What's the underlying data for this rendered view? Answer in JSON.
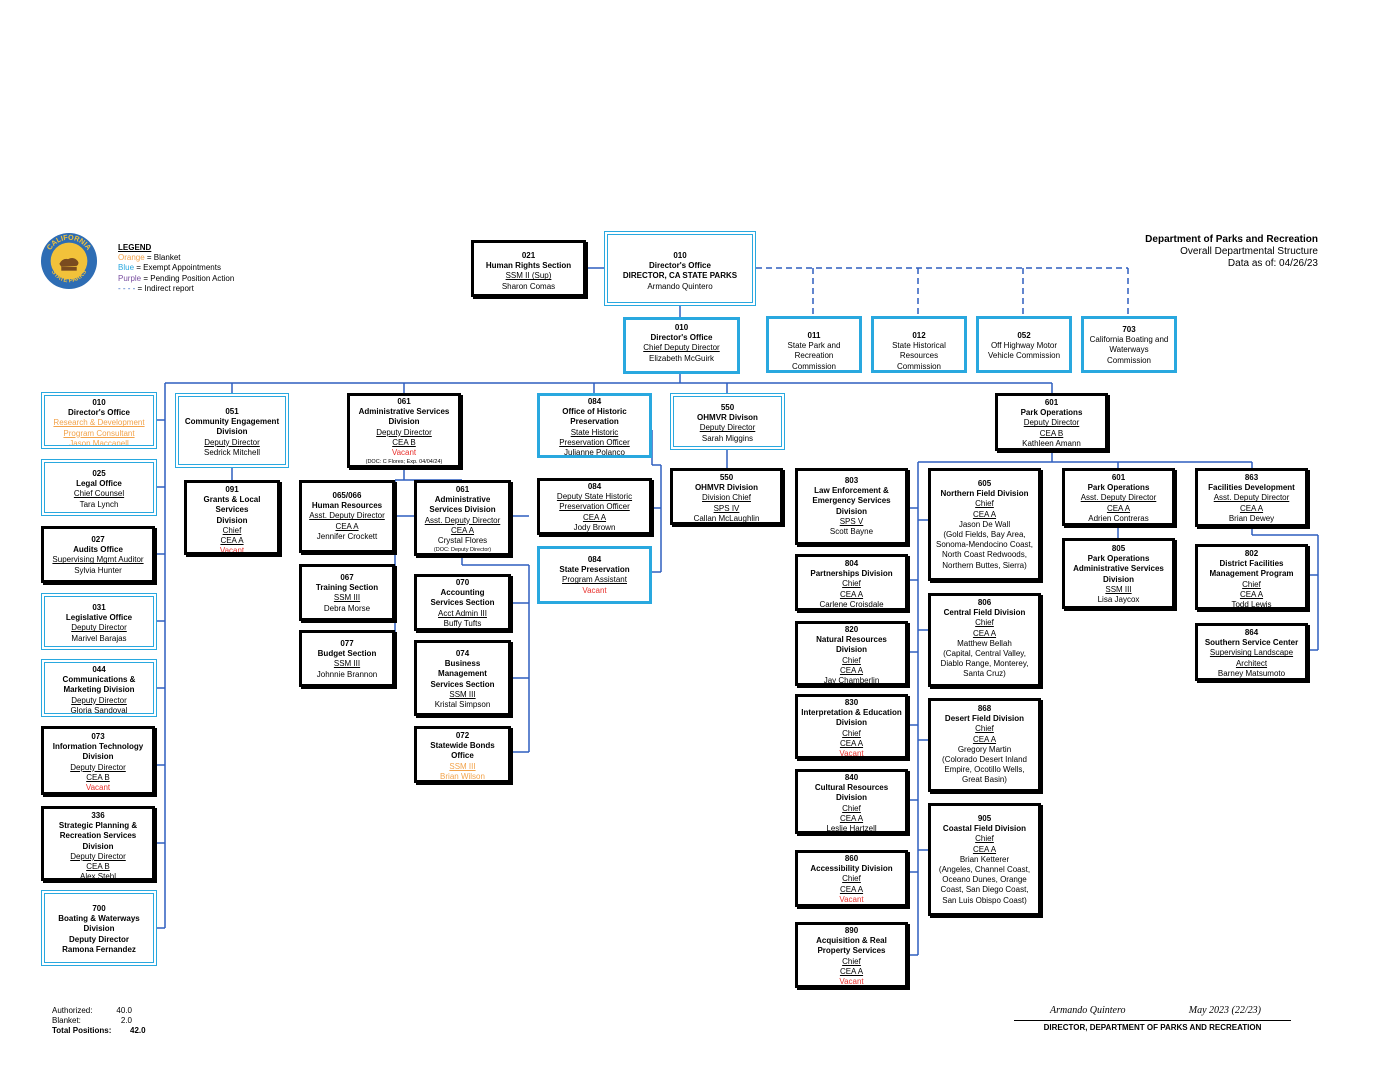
{
  "header": {
    "department": "Department of Parks and Recreation",
    "structure": "Overall Departmental Structure",
    "data_as_of": "Data as of: 04/26/23"
  },
  "legend": {
    "title": "LEGEND",
    "items": [
      {
        "key": "Orange",
        "desc": " = Blanket",
        "color": "#f2a34b"
      },
      {
        "key": "Blue",
        "desc": " = Exempt Appointments",
        "color": "#29a8df"
      },
      {
        "key": "Purple",
        "desc": " = Pending Position Action",
        "color": "#7a4fa0"
      },
      {
        "key": "- - - -",
        "desc": " = Indirect report",
        "color": "#2f5fbf"
      }
    ]
  },
  "logo": {
    "icon": "california-state-parks-seal-icon",
    "text_top": "CALIFORNIA",
    "text_bottom": "STATE PARKS",
    "since": "SINCE 1864"
  },
  "colors": {
    "exempt_blue": "#29a8df",
    "line_blue": "#2f5fbf",
    "blanket_orange": "#f2a34b",
    "vacant_red": "#e8312d"
  },
  "boxes": {
    "b021": {
      "num": "021",
      "name": "Human Rights Section",
      "title": "SSM II (Sup)",
      "person": "Sharon Comas"
    },
    "b010dir": {
      "num": "010",
      "name": "Director's Office",
      "title": "DIRECTOR, CA STATE PARKS",
      "person": "Armando Quintero"
    },
    "b010cdd": {
      "num": "010",
      "name": "Director's Office",
      "title": "Chief Deputy Director",
      "person": "Elizabeth McGuirk"
    },
    "b011": {
      "num": "011",
      "text1": "State Park and",
      "text2": "Recreation Commission"
    },
    "b012": {
      "num": "012",
      "text1": "State Historical",
      "text2": "Resources Commission"
    },
    "b052": {
      "num": "052",
      "text1": "Off Highway Motor",
      "text2": "Vehicle Commission"
    },
    "b703": {
      "num": "703",
      "text1": "California Boating and",
      "text2": "Waterways",
      "text3": "Commission"
    },
    "b010rd": {
      "num": "010",
      "name": "Director's Office",
      "title1": "Research & Development",
      "title2": "Program Consultant",
      "person": "Jason Maccanell"
    },
    "b025": {
      "num": "025",
      "name": "Legal Office",
      "title": "Chief Counsel",
      "person": "Tara Lynch"
    },
    "b027": {
      "num": "027",
      "name": "Audits Office",
      "title": "Supervising Mgmt Auditor",
      "person": "Sylvia Hunter"
    },
    "b031": {
      "num": "031",
      "name": "Legislative Office",
      "title": "Deputy Director",
      "person": "Marivel Barajas"
    },
    "b044": {
      "num": "044",
      "name1": "Communications &",
      "name2": "Marketing Division",
      "title": "Deputy Director",
      "person": "Gloria Sandoval"
    },
    "b073": {
      "num": "073",
      "name1": "Information Technology",
      "name2": "Division",
      "title": "Deputy Director",
      "cls": "CEA B",
      "person": "Vacant"
    },
    "b336": {
      "num": "336",
      "name1": "Strategic Planning &",
      "name2": "Recreation Services",
      "name3": "Division",
      "title": "Deputy Director",
      "cls": "CEA B",
      "person": "Alex Stehl"
    },
    "b700": {
      "num": "700",
      "name1": "Boating & Waterways",
      "name2": "Division",
      "title": "Deputy Director",
      "person": "Ramona Fernandez"
    },
    "b051": {
      "num": "051",
      "name1": "Community Engagement",
      "name2": "Division",
      "title": "Deputy Director",
      "person": "Sedrick Mitchell"
    },
    "b091": {
      "num": "091",
      "name1": "Grants & Local",
      "name2": "Services",
      "name3": "Division",
      "title": "Chief",
      "cls": "CEA A",
      "person": "Vacant"
    },
    "b061a": {
      "num": "061",
      "name1": "Administrative Services",
      "name2": "Division",
      "title": "Deputy Director",
      "cls": "CEA B",
      "person": "Vacant",
      "note": "(DOC: C Flores; Exp. 04/04/24)"
    },
    "b065": {
      "num": "065/066",
      "name": "Human Resources",
      "title": "Asst. Deputy Director",
      "cls": "CEA A",
      "person": "Jennifer Crockett"
    },
    "b067": {
      "num": "067",
      "name": "Training Section",
      "title": "SSM III",
      "person": "Debra Morse"
    },
    "b077": {
      "num": "077",
      "name": "Budget Section",
      "title": "SSM III",
      "person": "Johnnie Brannon"
    },
    "b061b": {
      "num": "061",
      "name1": "Administrative",
      "name2": "Services Division",
      "title": "Asst. Deputy Director",
      "cls": "CEA A",
      "person": "Crystal Flores",
      "note": "(DOC: Deputy Director)"
    },
    "b070": {
      "num": "070",
      "name1": "Accounting",
      "name2": "Services Section",
      "title": "Acct Admin III",
      "person": "Buffy Tufts"
    },
    "b074": {
      "num": "074",
      "name1": "Business",
      "name2": "Management",
      "name3": "Services Section",
      "title": "SSM III",
      "person": "Kristal Simpson"
    },
    "b072": {
      "num": "072",
      "name1": "Statewide Bonds",
      "name2": "Office",
      "title": "SSM III",
      "person": "Brian Wilson"
    },
    "b084a": {
      "num": "084",
      "name1": "Office of Historic",
      "name2": "Preservation",
      "title1": "State Historic",
      "title2": "Preservation Officer",
      "person": "Julianne Polanco"
    },
    "b084b": {
      "num": "084",
      "title1": "Deputy State Historic",
      "title2": "Preservation Officer",
      "cls": "CEA A",
      "person": "Jody Brown"
    },
    "b084c": {
      "num": "084",
      "name": "State Preservation",
      "title": "Program Assistant",
      "person": "Vacant"
    },
    "b550a": {
      "num": "550",
      "name": "OHMVR Divison",
      "title": "Deputy Director",
      "person": "Sarah Miggins"
    },
    "b550b": {
      "num": "550",
      "name": "OHMVR Division",
      "title": "Division Chief",
      "cls": "SPS IV",
      "person": "Callan McLaughlin"
    },
    "b601": {
      "num": "601",
      "name": "Park Operations",
      "title": "Deputy Director",
      "cls": "CEA B",
      "person": "Kathleen Amann"
    },
    "b803": {
      "num": "803",
      "name1": "Law Enforcement &",
      "name2": "Emergency Services",
      "name3": "Division",
      "title": "SPS V",
      "person": "Scott Bayne"
    },
    "b804": {
      "num": "804",
      "name": "Partnerships Division",
      "title": "Chief",
      "cls": "CEA A",
      "person": "Carlene Croisdale"
    },
    "b820": {
      "num": "820",
      "name1": "Natural Resources",
      "name2": "Division",
      "title": "Chief",
      "cls": "CEA A",
      "person": "Jay Chamberlin"
    },
    "b830": {
      "num": "830",
      "name1": "Interpretation & Education",
      "name2": "Division",
      "title": "Chief",
      "cls": "CEA A",
      "person": "Vacant"
    },
    "b840": {
      "num": "840",
      "name1": "Cultural Resources",
      "name2": "Division",
      "title": "Chief",
      "cls": "CEA A",
      "person": "Leslie Hartzell"
    },
    "b860": {
      "num": "860",
      "name": "Accessibility Division",
      "title": "Chief",
      "cls": "CEA A",
      "person": "Vacant"
    },
    "b890": {
      "num": "890",
      "name1": "Acquisition & Real",
      "name2": "Property Services",
      "title": "Chief",
      "cls": "CEA A",
      "person": "Vacant"
    },
    "b605": {
      "num": "605",
      "name": "Northern Field Division",
      "title": "Chief",
      "cls": "CEA A",
      "person": "Jason De Wall",
      "d1": "(Gold Fields, Bay Area,",
      "d2": "Sonoma-Mendocino Coast,",
      "d3": "North Coast Redwoods,",
      "d4": "Northern Buttes, Sierra)"
    },
    "b806": {
      "num": "806",
      "name": "Central Field Division",
      "title": "Chief",
      "cls": "CEA A",
      "person": "Matthew Bellah",
      "d1": "(Capital, Central Valley,",
      "d2": "Diablo Range, Monterey,",
      "d3": "Santa Cruz)"
    },
    "b868": {
      "num": "868",
      "name": "Desert Field Division",
      "title": "Chief",
      "cls": "CEA A",
      "person": "Gregory Martin",
      "d1": "(Colorado Desert Inland",
      "d2": "Empire, Ocotillo Wells,",
      "d3": "Great Basin)"
    },
    "b905": {
      "num": "905",
      "name": "Coastal Field Division",
      "title": "Chief",
      "cls": "CEA A",
      "person": "Brian Ketterer",
      "d1": "(Angeles, Channel Coast,",
      "d2": "Oceano Dunes, Orange",
      "d3": "Coast, San Diego Coast,",
      "d4": "San Luis Obispo Coast)"
    },
    "b601b": {
      "num": "601",
      "name": "Park Operations",
      "title": "Asst. Deputy Director",
      "cls": "CEA A",
      "person": "Adrien Contreras"
    },
    "b805": {
      "num": "805",
      "name1": "Park Operations",
      "name2": "Administrative Services",
      "name3": "Division",
      "title": "SSM III",
      "person": "Lisa Jaycox"
    },
    "b863": {
      "num": "863",
      "name": "Facilities Development",
      "title": "Asst. Deputy Director",
      "cls": "CEA A",
      "person": "Brian Dewey"
    },
    "b802": {
      "num": "802",
      "name1": "District Facilities",
      "name2": "Management Program",
      "title": "Chief",
      "cls": "CEA A",
      "person": "Todd Lewis"
    },
    "b864": {
      "num": "864",
      "name": "Southern Service Center",
      "title1": "Supervising Landscape",
      "title2": "Architect",
      "person": "Barney Matsumoto"
    }
  },
  "totals": {
    "authorized_label": "Authorized:",
    "authorized": "40.0",
    "blanket_label": "Blanket:",
    "blanket": "2.0",
    "total_label": "Total Positions:",
    "total": "42.0"
  },
  "signature": {
    "name": "Armando Quintero",
    "date": "May 2023 (22/23)",
    "caption": "DIRECTOR, DEPARTMENT OF PARKS AND RECREATION"
  }
}
